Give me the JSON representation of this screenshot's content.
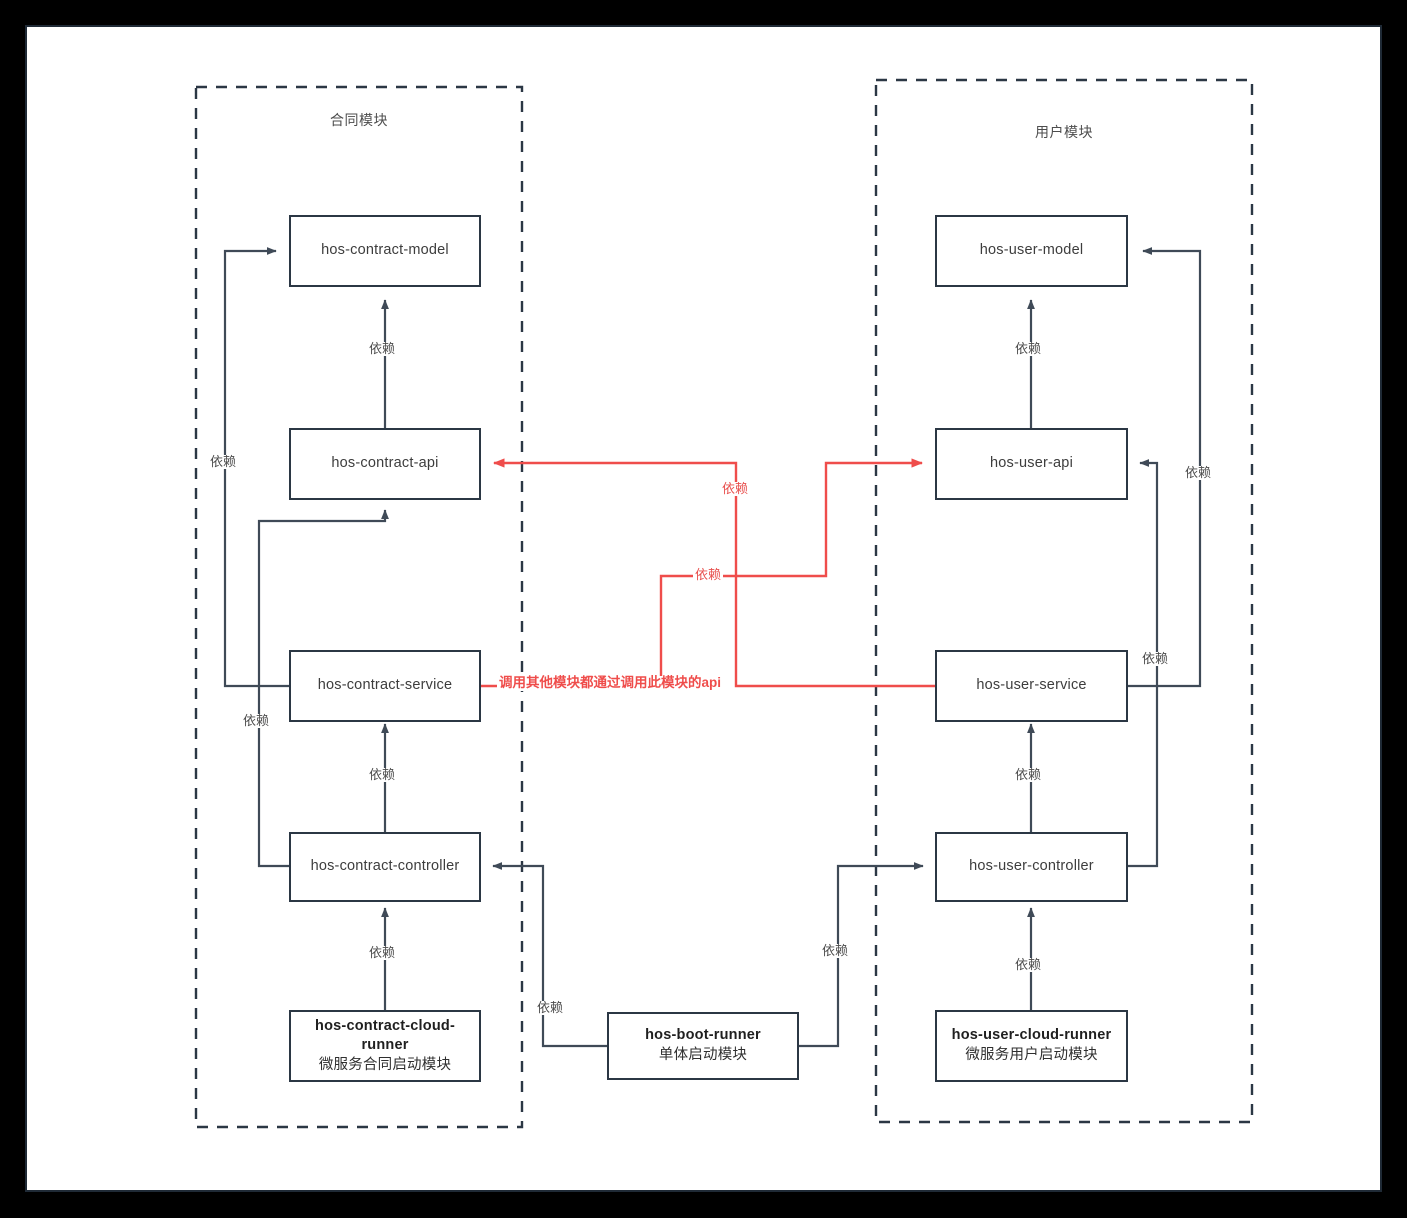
{
  "diagram": {
    "title_left": "合同模块",
    "title_right": "用户模块",
    "dep_label": "依赖",
    "red_note": "调用其他模块都通过调用此模块的api",
    "colors": {
      "frame": "#000000",
      "canvas_border": "#1f2a36",
      "node_border": "#2b3744",
      "line": "#3f4a57",
      "red": "#ef4d4b",
      "text": "#3d3d3d"
    }
  },
  "nodes": {
    "contract_model": {
      "label": "hos-contract-model"
    },
    "contract_api": {
      "label": "hos-contract-api"
    },
    "contract_service": {
      "label": "hos-contract-service"
    },
    "contract_controller": {
      "label": "hos-contract-controller"
    },
    "contract_cloud_runner": {
      "label": "hos-contract-cloud-runner",
      "sub": "微服务合同启动模块"
    },
    "boot_runner": {
      "label": "hos-boot-runner",
      "sub": "单体启动模块"
    },
    "user_model": {
      "label": "hos-user-model"
    },
    "user_api": {
      "label": "hos-user-api"
    },
    "user_service": {
      "label": "hos-user-service"
    },
    "user_controller": {
      "label": "hos-user-controller"
    },
    "user_cloud_runner": {
      "label": "hos-user-cloud-runner",
      "sub": "微服务用户启动模块"
    }
  },
  "labels": {
    "l_api_to_model": "依赖",
    "l_service_to_model": "依赖",
    "l_controller_to_service": "依赖",
    "l_controller_to_api": "依赖",
    "l_cloudrunner_to_controller": "依赖",
    "l_bootrunner_left": "依赖",
    "l_bootrunner_right": "依赖",
    "r_api_to_model": "依赖",
    "r_service_to_model": "依赖",
    "r_controller_to_service": "依赖",
    "r_controller_to_api": "依赖",
    "r_cloudrunner_to_controller": "依赖",
    "red_upper": "依赖",
    "red_mid": "依赖",
    "red_note": "调用其他模块都通过调用此模块的api"
  }
}
